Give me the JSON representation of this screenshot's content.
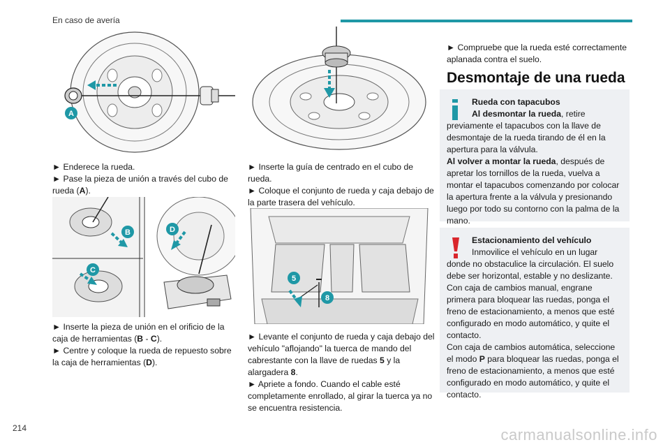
{
  "header": {
    "section_title": "En caso de avería"
  },
  "footer": {
    "page_number": "214",
    "watermark": "carmanualsonline.info"
  },
  "figures": {
    "fig1_callouts": [
      "A"
    ],
    "fig2_callouts": [
      "B",
      "C",
      "D"
    ],
    "fig4_callouts": [
      "5",
      "8"
    ]
  },
  "col1": {
    "step1": "► Enderece la rueda.",
    "step2_pre": "► Pase la pieza de unión a través del cubo de rueda (",
    "step2_bold": "A",
    "step2_post": ").",
    "step3_pre": "► Inserte la pieza de unión en el orificio de la caja de herramientas (",
    "step3_b1": "B",
    "step3_mid": " - ",
    "step3_b2": "C",
    "step3_post": ").",
    "step4_pre": "► Centre y coloque la rueda de repuesto sobre la caja de herramientas (",
    "step4_bold": "D",
    "step4_post": ")."
  },
  "col2": {
    "step1": "► Inserte la guía de centrado en el cubo de rueda.",
    "step2": "► Coloque el conjunto de rueda y caja debajo de la parte trasera del vehículo.",
    "step3_pre": "► Levante el conjunto de rueda y caja debajo del vehículo \"aflojando\" la tuerca de mando del cabrestante con la llave de ruedas ",
    "step3_b1": "5",
    "step3_mid": " y la alargadera ",
    "step3_b2": "8",
    "step3_post": ".",
    "step4": "► Apriete a fondo. Cuando el cable esté completamente enrollado, al girar la tuerca ya no se encuentra resistencia."
  },
  "col3": {
    "step1": "► Compruebe que la rueda esté correctamente aplanada contra el suelo.",
    "heading": "Desmontaje de una rueda",
    "info_box": {
      "title": "Rueda con tapacubos",
      "p1_bold": "Al desmontar la rueda",
      "p1_rest": ", retire previamente el tapacubos con la llave de desmontaje de la rueda tirando de él en la apertura para la válvula.",
      "p2_bold": "Al volver a montar la rueda",
      "p2_rest": ", después de apretar los tornillos de la rueda, vuelva a montar el tapacubos comenzando por colocar la apertura frente a la válvula y presionando luego por todo su contorno con la palma de la mano."
    },
    "warning_box": {
      "title": "Estacionamiento del vehículo",
      "p1": "Inmovilice el vehículo en un lugar donde no obstaculice la circulación. El suelo debe ser horizontal, estable y no deslizante.",
      "p2": "Con caja de cambios manual, engrane primera para bloquear las ruedas, ponga el freno de estacionamiento, a menos que esté configurado en modo automático, y quite el contacto.",
      "p3_pre": "Con caja de cambios automática, seleccione el modo ",
      "p3_bold": "P",
      "p3_post": " para bloquear las ruedas, ponga el freno de estacionamiento, a menos que esté configurado en modo automático, y quite el contacto."
    }
  },
  "colors": {
    "accent": "#1f98a6",
    "callout": "#1f98a6",
    "warning": "#d9262c",
    "box_bg": "#eef0f3"
  }
}
